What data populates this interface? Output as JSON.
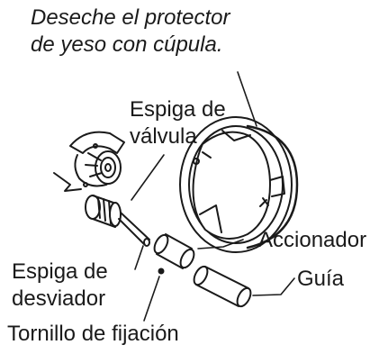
{
  "instruction": {
    "line1": "Deseche el protector",
    "line2": "de yeso con cúpula."
  },
  "labels": {
    "valve_stem_line1": "Espiga de",
    "valve_stem_line2": "válvula",
    "actuator": "Accionador",
    "diverter_stem_line1": "Espiga de",
    "diverter_stem_line2": "desviador",
    "guide": "Guía",
    "set_screw": "Tornillo de fijación"
  },
  "colors": {
    "ink": "#1a1a1a",
    "paper": "#ffffff"
  }
}
